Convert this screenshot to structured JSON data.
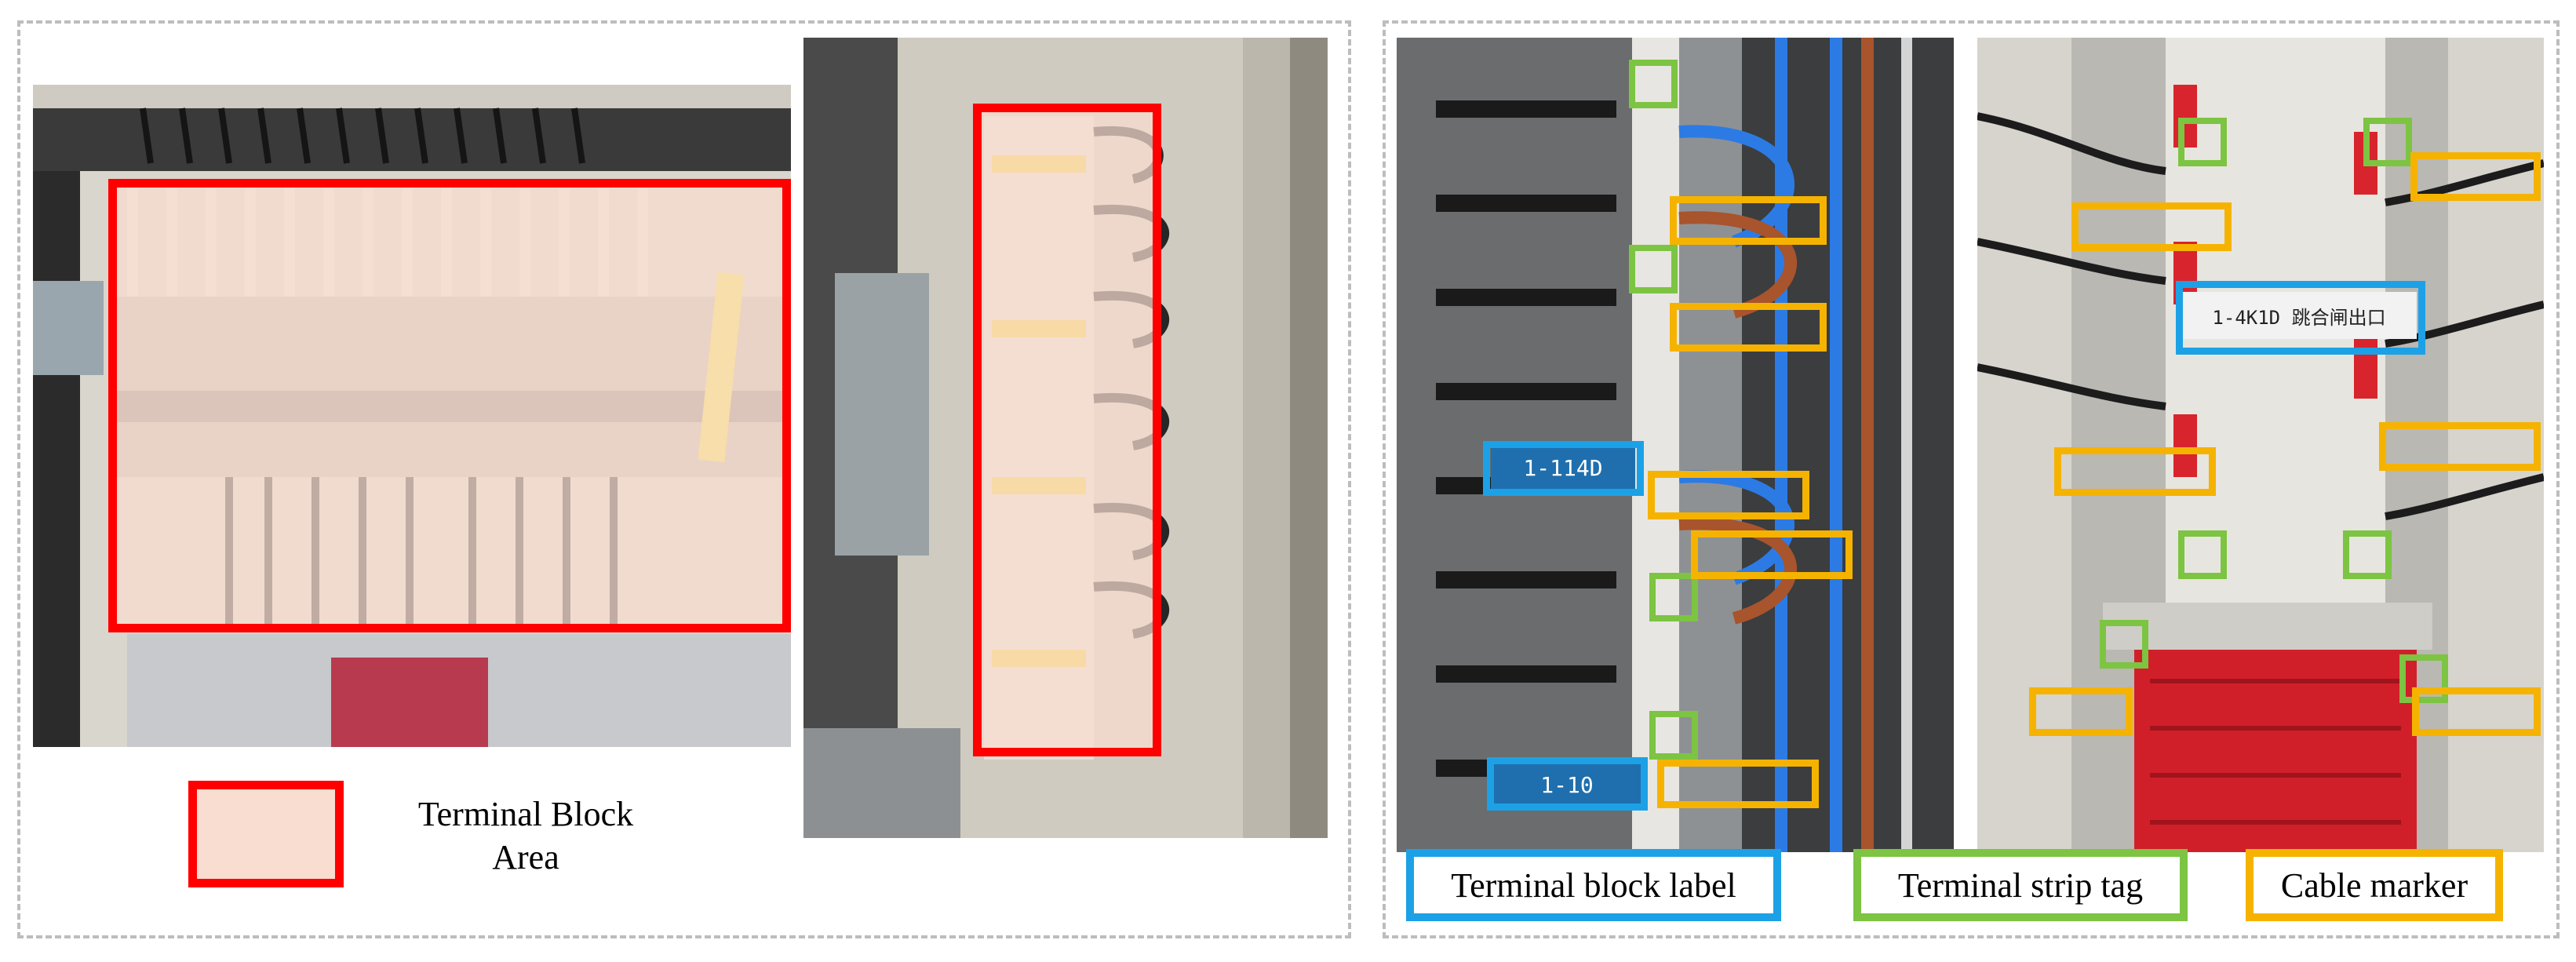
{
  "legend_left": {
    "text": "Terminal Block\nArea",
    "swatch_color": "#f9ddd0",
    "border_color": "#ff0000"
  },
  "legend_right": {
    "terminal_block_label": "Terminal block label",
    "terminal_strip_tag": "Terminal strip tag",
    "cable_marker": "Cable marker"
  },
  "photo_labels": {
    "label_1114d": "1-114D",
    "label_110": "1-10",
    "label_4k1d": "1-4K1D 跳合闸出口"
  },
  "colors": {
    "red": "#ff0000",
    "blue": "#1da1e6",
    "green": "#7cc442",
    "orange": "#f5b300"
  }
}
